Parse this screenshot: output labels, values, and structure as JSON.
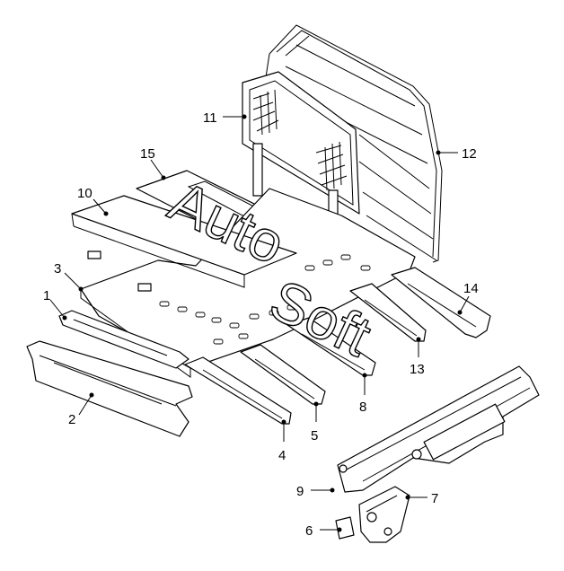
{
  "callouts": [
    {
      "id": "1",
      "label": "1"
    },
    {
      "id": "2",
      "label": "2"
    },
    {
      "id": "3",
      "label": "3"
    },
    {
      "id": "4",
      "label": "4"
    },
    {
      "id": "5",
      "label": "5"
    },
    {
      "id": "6",
      "label": "6"
    },
    {
      "id": "7",
      "label": "7"
    },
    {
      "id": "8",
      "label": "8"
    },
    {
      "id": "9",
      "label": "9"
    },
    {
      "id": "10",
      "label": "10"
    },
    {
      "id": "11",
      "label": "11"
    },
    {
      "id": "12",
      "label": "12"
    },
    {
      "id": "13",
      "label": "13"
    },
    {
      "id": "14",
      "label": "14"
    },
    {
      "id": "15",
      "label": "15"
    }
  ],
  "watermark": {
    "text_top": "Auto",
    "text_bottom": "Soft"
  }
}
